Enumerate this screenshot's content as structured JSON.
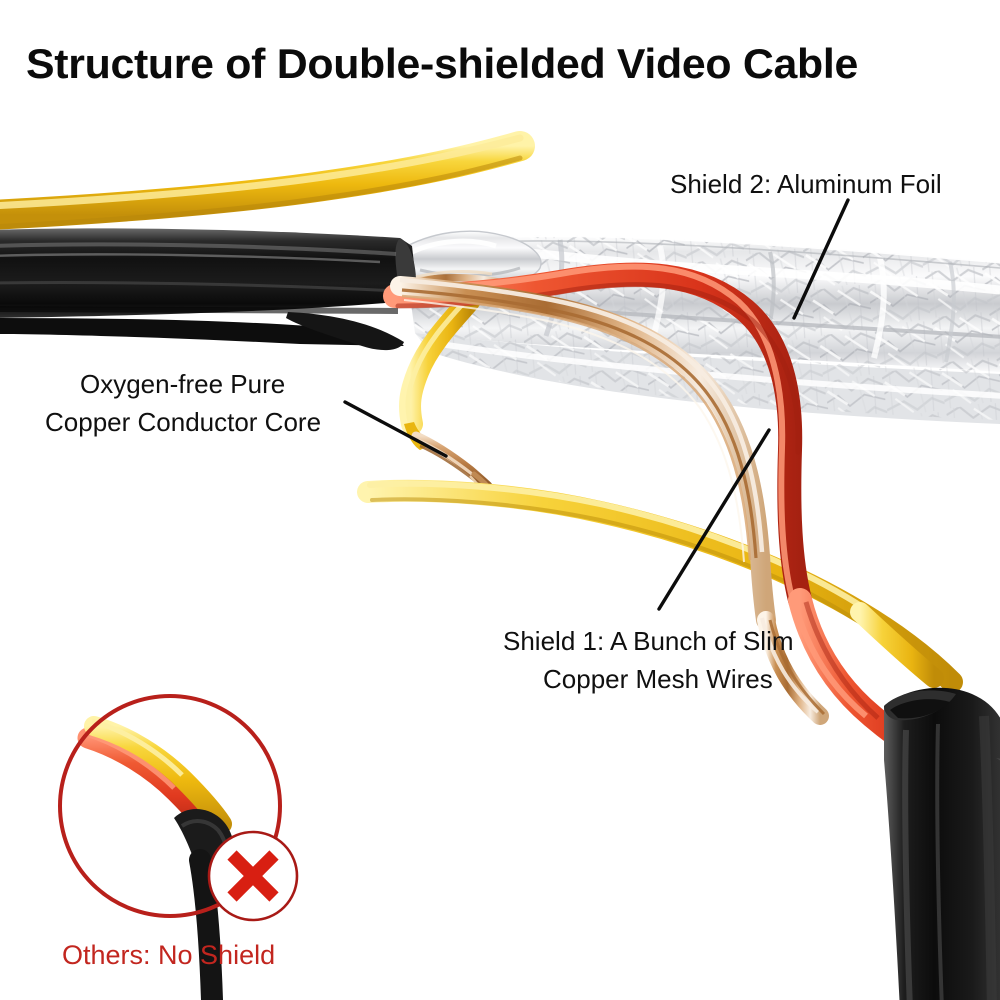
{
  "title": "Structure of Double-shielded Video Cable",
  "labels": {
    "shield2": {
      "line1": "Shield 2: Aluminum Foil"
    },
    "core": {
      "line1": "Oxygen-free Pure",
      "line2": "Copper Conductor Core"
    },
    "shield1": {
      "line1": "Shield 1: A Bunch of Slim",
      "line2": "Copper Mesh Wires"
    }
  },
  "inset": {
    "caption": "Others: No Shield",
    "badge_icon": "x-mark-icon",
    "circle_icon": "highlight-circle-icon"
  },
  "photo": {
    "description": "Cut-away photograph of a double-shielded video cable",
    "parts": [
      "black-outer-jacket",
      "aluminum-foil-shield",
      "copper-mesh-shield",
      "red-insulated-wire",
      "yellow-insulated-wire",
      "bare-copper-conductor"
    ]
  },
  "colors": {
    "title_text": "#0b0b0b",
    "label_text": "#101010",
    "accent_red": "#c2261f",
    "wire_red": "#e8402a",
    "wire_yellow": "#f2c41e",
    "jacket_black": "#141414",
    "foil_silver": "#d9dadc",
    "copper": "#c08a53",
    "background": "#ffffff"
  }
}
